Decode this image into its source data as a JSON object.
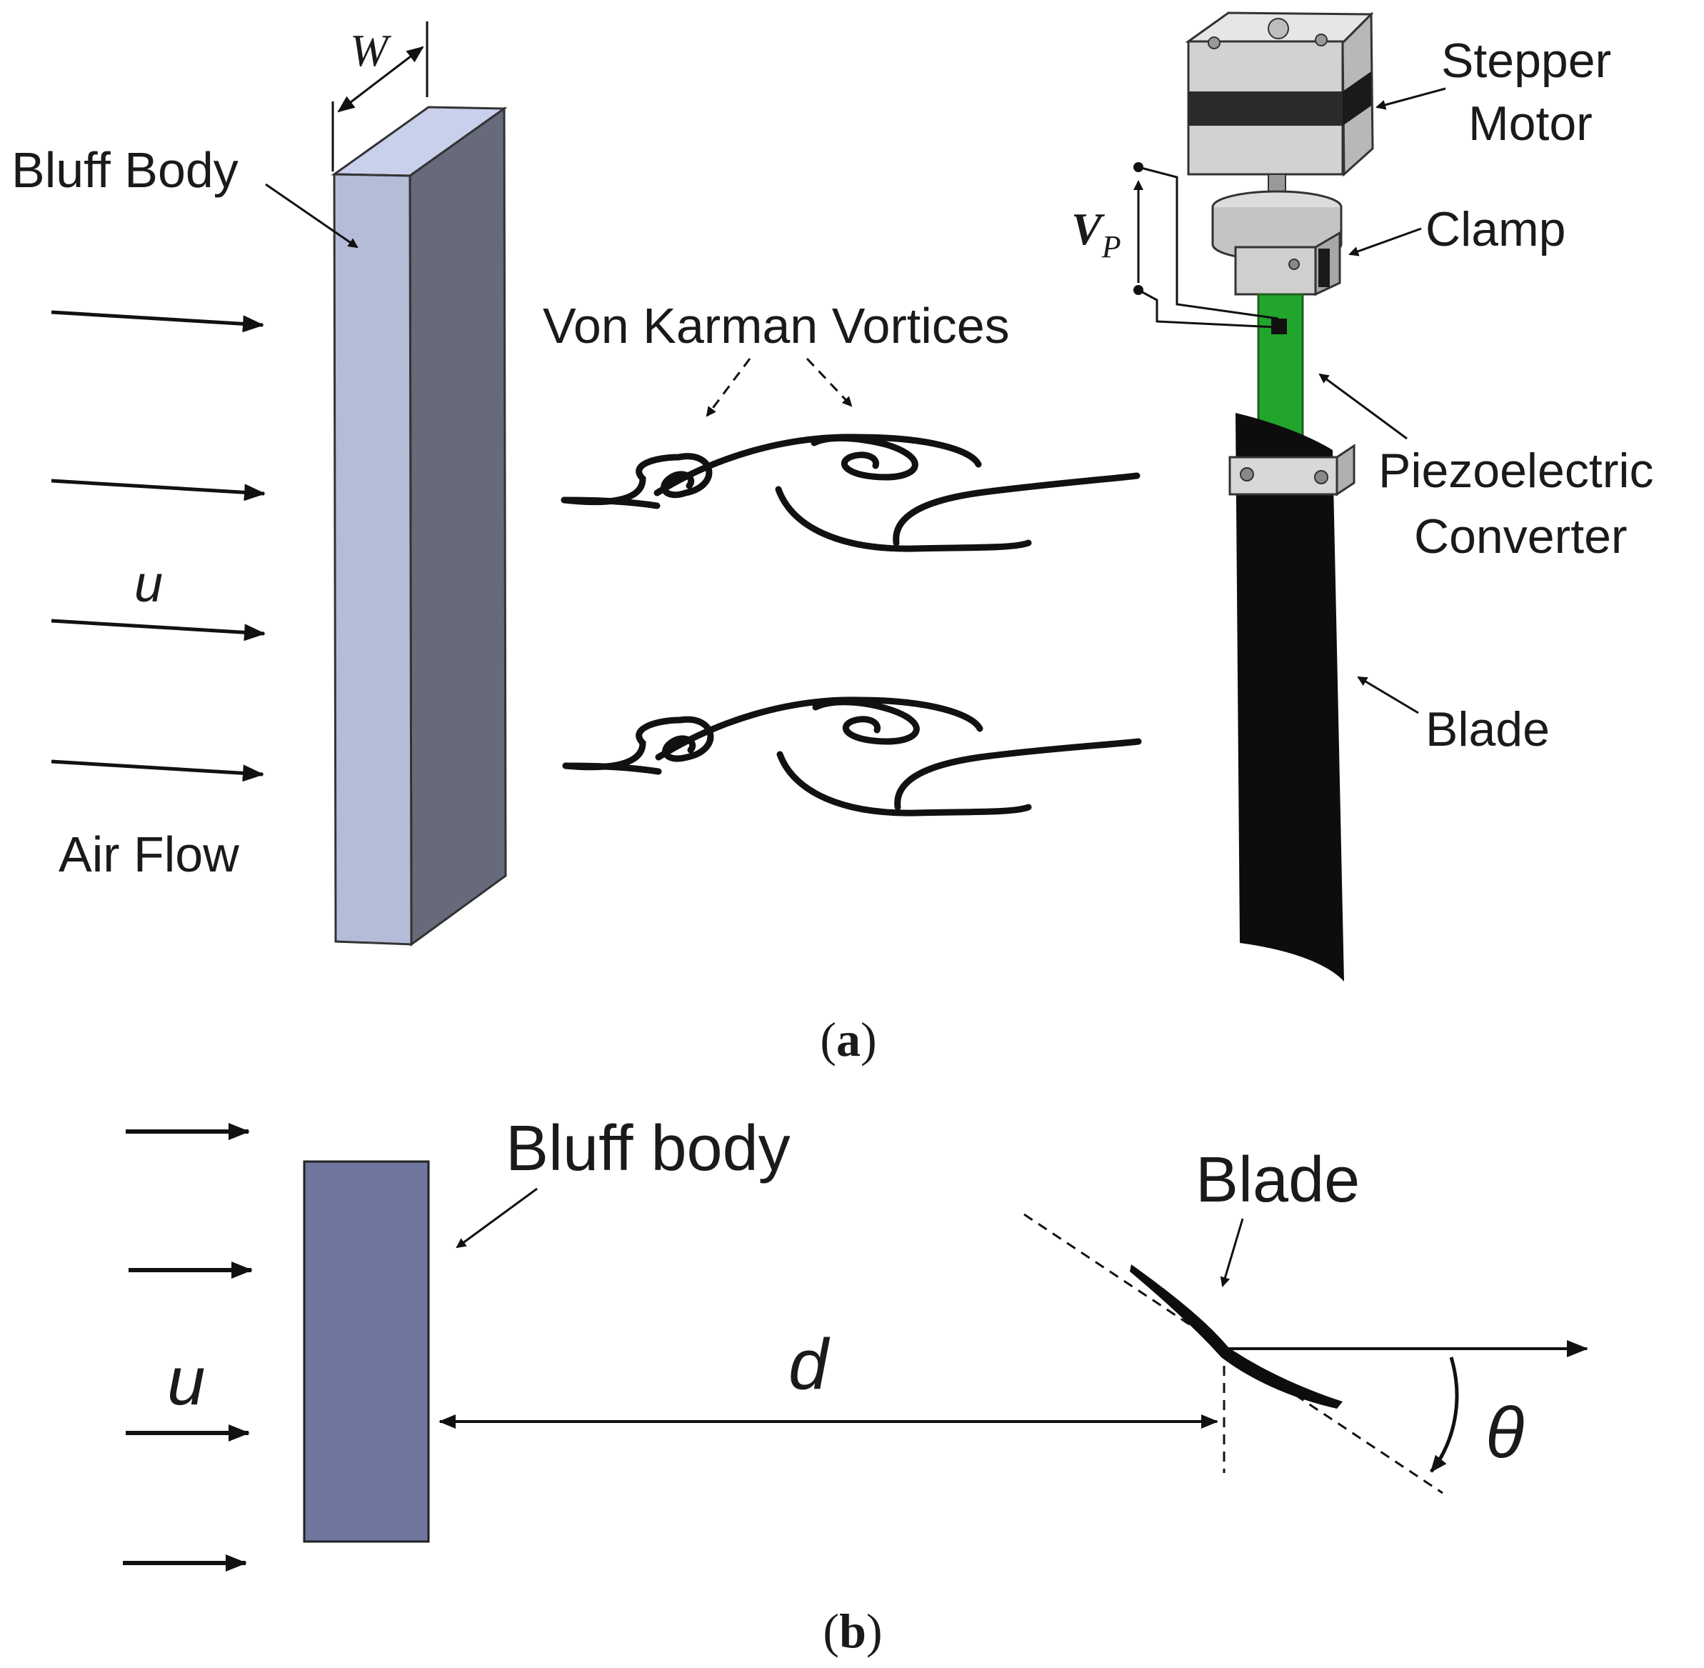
{
  "panel_a": {
    "caption_open": "(",
    "caption_letter": "a",
    "caption_close": ")",
    "bluff_body_label": "Bluff Body",
    "width_symbol": "W",
    "air_flow_label": "Air Flow",
    "velocity_symbol": "u",
    "vortices_label": "Von Karman Vortices",
    "stepper_motor_label_line1": "Stepper",
    "stepper_motor_label_line2": "Motor",
    "clamp_label": "Clamp",
    "voltage_symbol": "V",
    "voltage_subscript": "P",
    "piezo_label_line1": "Piezoelectric",
    "piezo_label_line2": "Converter",
    "blade_label": "Blade"
  },
  "panel_b": {
    "caption_open": "(",
    "caption_letter": "b",
    "caption_close": ")",
    "bluff_body_label": "Bluff body",
    "blade_label": "Blade",
    "velocity_symbol": "u",
    "distance_symbol": "d",
    "angle_symbol": "θ"
  },
  "colors": {
    "bluff_front": "#b4bcd8",
    "bluff_side": "#666a7a",
    "bluff_top": "#c8d0ec",
    "bluff_2d": "#6f779e",
    "piezo_green": "#22a52c",
    "blade_black": "#0d0d0d",
    "motor_gray": "#d2d2d2"
  }
}
